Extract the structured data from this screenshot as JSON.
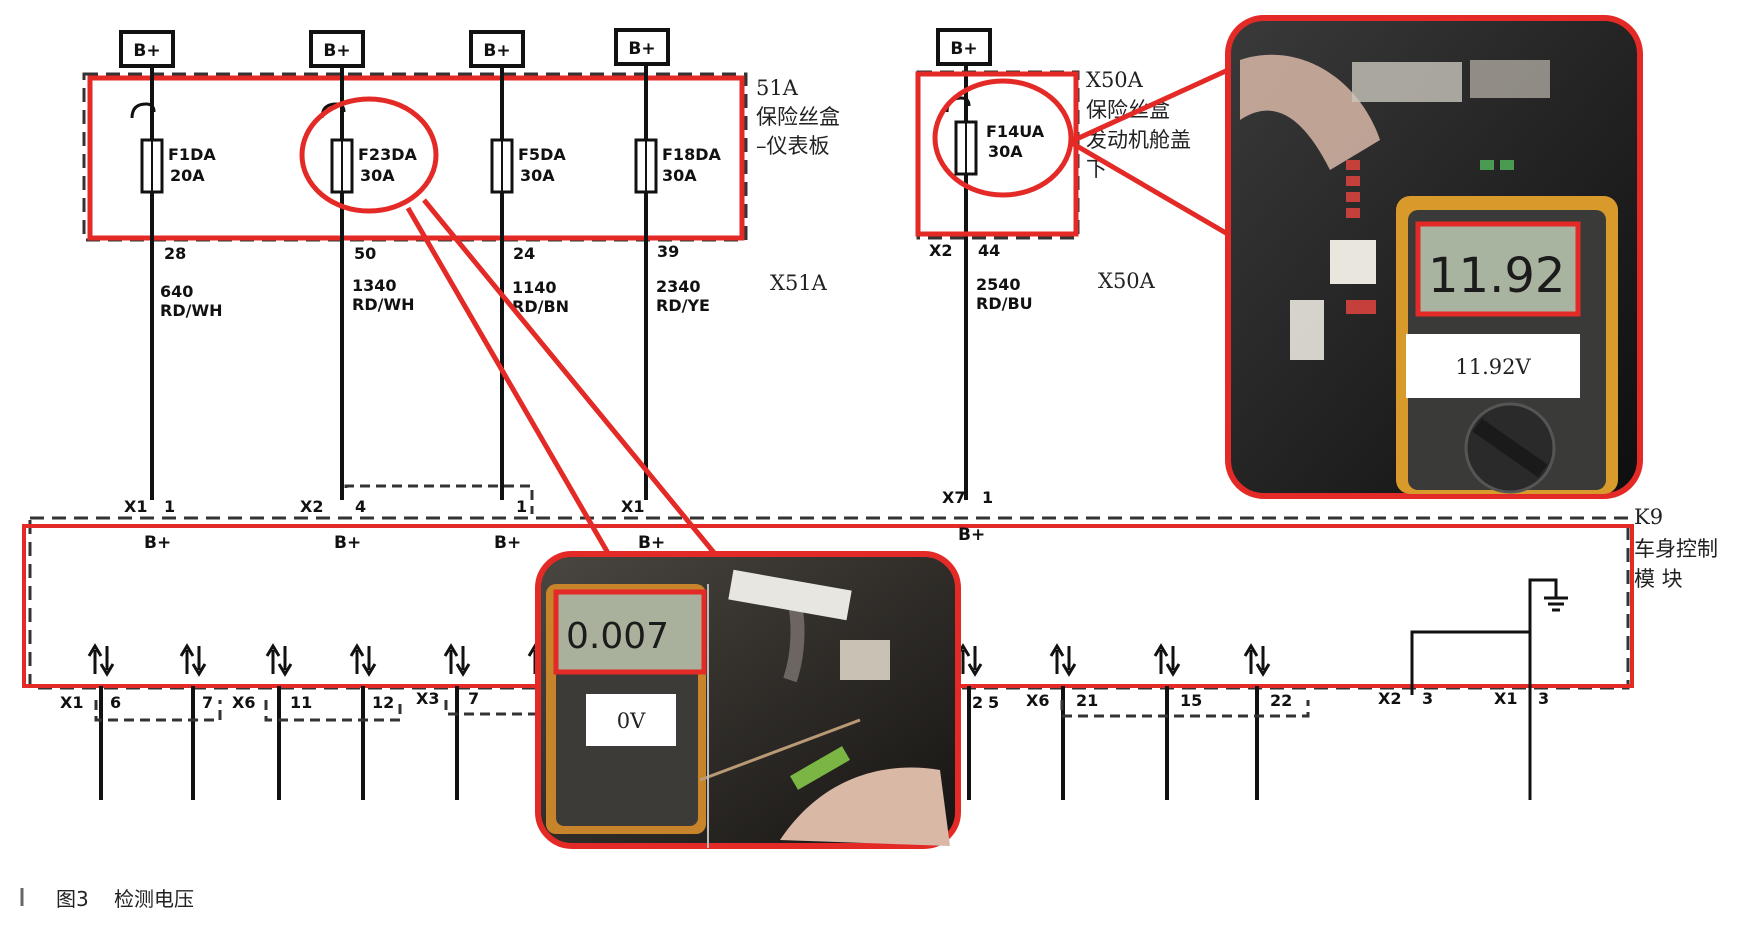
{
  "fuse_box_51a": {
    "id": "51A",
    "name_line1": "保险丝盒",
    "name_line2": "–仪表板",
    "connector": "X51A",
    "fuses": [
      {
        "name": "F1DA",
        "amp": "20A",
        "pin": "28",
        "circuit": "640",
        "color": "RD/WH"
      },
      {
        "name": "F23DA",
        "amp": "30A",
        "pin": "50",
        "circuit": "1340",
        "color": "RD/WH"
      },
      {
        "name": "F5DA",
        "amp": "30A",
        "pin": "24",
        "circuit": "1140",
        "color": "RD/BN"
      },
      {
        "name": "F18DA",
        "amp": "30A",
        "pin": "39",
        "circuit": "2340",
        "color": "RD/YE"
      }
    ]
  },
  "fuse_box_50a": {
    "id": "X50A",
    "name_line1": "保险丝盒",
    "name_line2": "发动机舱盖",
    "name_line3": "下",
    "connector": "X50A",
    "connector_pin_label": "X2",
    "fuse": {
      "name": "F14UA",
      "amp": "30A",
      "pin": "44",
      "circuit": "2540",
      "color": "RD/BU"
    }
  },
  "b_plus_label": "B+",
  "module": {
    "id": "K9",
    "name_line1": "车身控制",
    "name_line2": "模 块",
    "top_pins": [
      {
        "conn": "X1",
        "pin": "1"
      },
      {
        "conn": "X2",
        "pin": "4"
      },
      {
        "conn": "",
        "pin": "1"
      },
      {
        "conn": "X1",
        "pin": ""
      },
      {
        "conn": "X7",
        "pin": "1"
      }
    ],
    "bottom_pins": [
      {
        "conn": "X1",
        "pin": "6"
      },
      {
        "conn": "",
        "pin": "7"
      },
      {
        "conn": "X6",
        "pin": "11"
      },
      {
        "conn": "",
        "pin": "12"
      },
      {
        "conn": "X3",
        "pin": "7"
      },
      {
        "conn": "",
        "pin": "2"
      },
      {
        "conn": "",
        "pin": "5"
      },
      {
        "conn": "X6",
        "pin": "21"
      },
      {
        "conn": "",
        "pin": "15"
      },
      {
        "conn": "",
        "pin": "22"
      },
      {
        "conn": "X2",
        "pin": "3"
      },
      {
        "conn": "X1",
        "pin": "3"
      }
    ]
  },
  "meter_photo_right": {
    "display": "11.92",
    "reading_label": "11.92V"
  },
  "meter_photo_center": {
    "display": "0.007",
    "reading_label": "0V"
  },
  "caption": {
    "figure": "图3",
    "title": "检测电压"
  },
  "colors": {
    "highlight": "#e32a26",
    "wire": "#111111",
    "dash": "#333333"
  }
}
